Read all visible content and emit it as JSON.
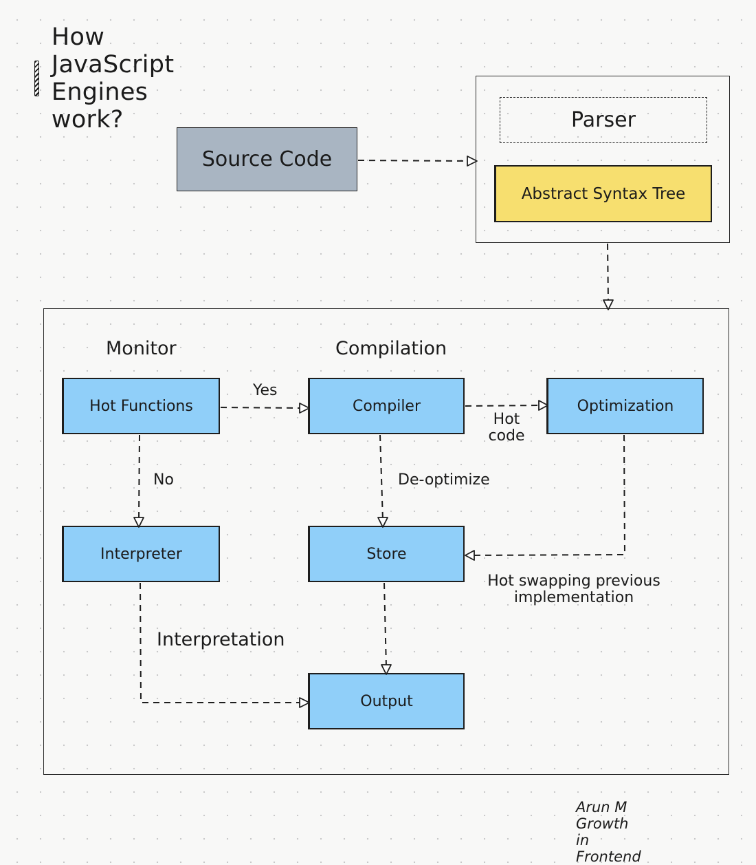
{
  "title": "How JavaScript Engines work?",
  "nodes": {
    "source_code": "Source Code",
    "parser": "Parser",
    "ast": "Abstract Syntax Tree",
    "hot_functions": "Hot Functions",
    "compiler": "Compiler",
    "optimization": "Optimization",
    "interpreter": "Interpreter",
    "store": "Store",
    "output": "Output"
  },
  "sections": {
    "monitor": "Monitor",
    "compilation": "Compilation"
  },
  "edge_labels": {
    "yes": "Yes",
    "no": "No",
    "hot_code_line1": "Hot",
    "hot_code_line2": "code",
    "deoptimize": "De-optimize",
    "hot_swap_line1": "Hot swapping previous",
    "hot_swap_line2": "implementation",
    "interpretation": "Interpretation"
  },
  "author": {
    "name": "Arun M",
    "tagline": "Growth in Frontend"
  },
  "colors": {
    "node_blue": "#90cff9",
    "source_gray": "#a9b5c2",
    "ast_yellow": "#f7df6f",
    "line": "#1e1e1e",
    "background": "#f8f8f7"
  }
}
